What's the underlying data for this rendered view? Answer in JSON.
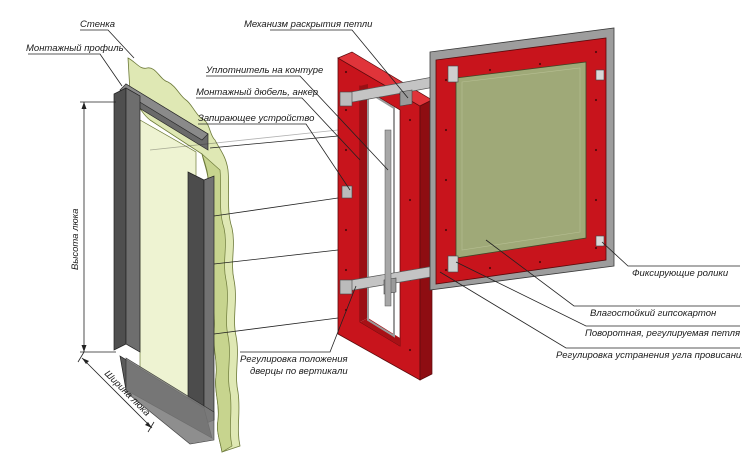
{
  "labels": {
    "wall": "Стенка",
    "mounting_profile": "Монтажный профиль",
    "hinge_mechanism": "Механизм раскрытия петли",
    "seal": "Уплотнитель на контуре",
    "anchor": "Монтажный дюбель, анкер",
    "lock": "Запирающее устройство",
    "hatch_height": "Высота люка",
    "hatch_width": "Ширина люка",
    "vertical_adjust_line1": "Регулировка положения",
    "vertical_adjust_line2": "дверцы по вертикали",
    "fixing_rollers": "Фиксирующие ролики",
    "drywall": "Влагостойкий гипсокартон",
    "hinge": "Поворотная, регулируемая петля",
    "sag_adjust": "Регулировка устранения угла провисания"
  },
  "colors": {
    "frame_red": "#c8141c",
    "frame_red_dark": "#8e0d12",
    "frame_red_light": "#e0343a",
    "panel_green": "#9fa978",
    "wall_green": "#dfe8b4",
    "profile_gray": "#5e5e5e",
    "steel": "#b8b8b8",
    "leader": "#222222"
  }
}
